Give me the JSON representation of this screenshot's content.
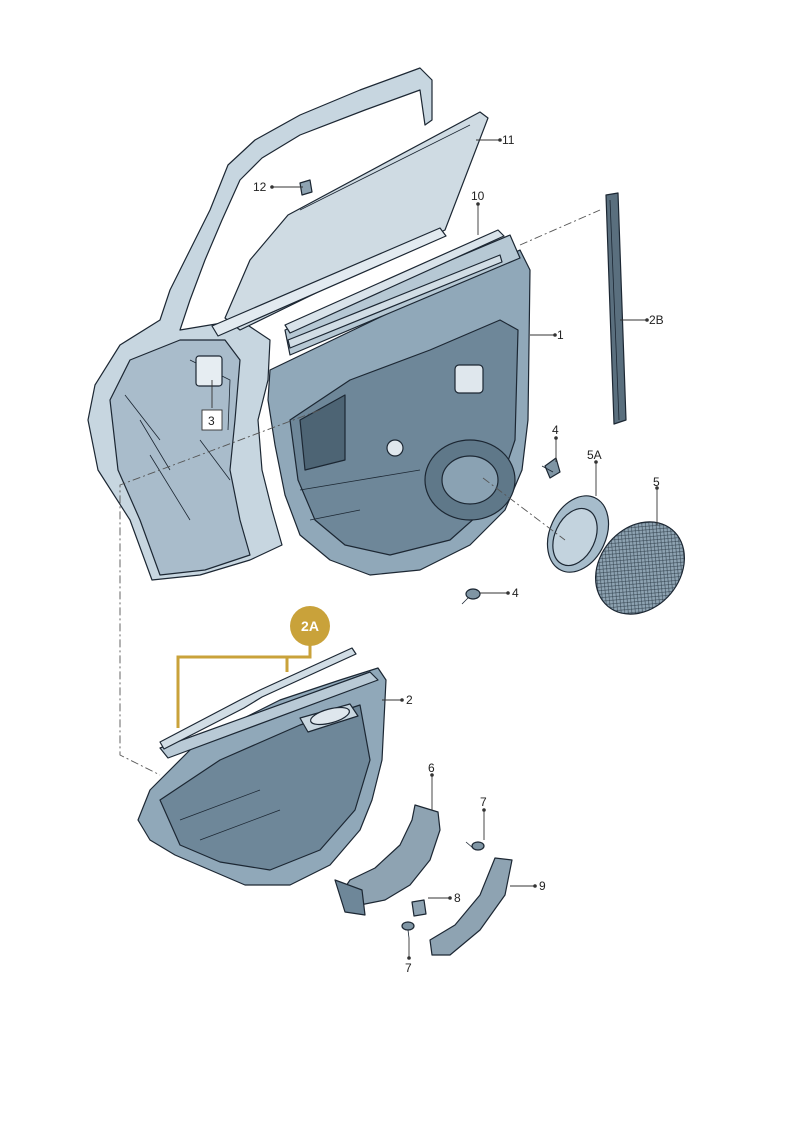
{
  "labels": {
    "l1": "1",
    "l2": "2",
    "l2A": "2A",
    "l2B": "2B",
    "l3": "3",
    "l4a": "4",
    "l4b": "4",
    "l5": "5",
    "l5A": "5A",
    "l6": "6",
    "l7a": "7",
    "l7b": "7",
    "l8": "8",
    "l9": "9",
    "l10": "10",
    "l11": "11",
    "l12": "12"
  },
  "colors": {
    "highlight": "#c9a23a",
    "part_fill": "#a9c0d1",
    "part_dark": "#6e8799",
    "part_light": "#d6e2ea",
    "outline": "#1c2733"
  }
}
